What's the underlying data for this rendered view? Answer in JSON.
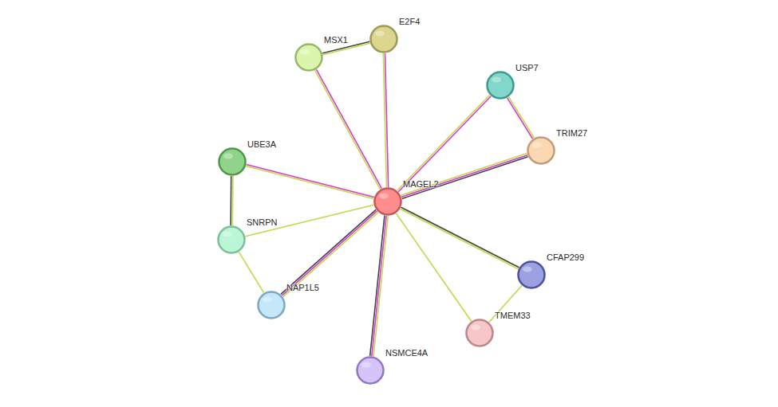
{
  "diagram": {
    "nodes": [
      {
        "text": [
          "E2F4"
        ]
      },
      {
        "text": [
          "MSX1"
        ]
      },
      {
        "text": [
          "USP7"
        ]
      },
      {
        "text": [
          "TRIM27"
        ]
      },
      {
        "text": [
          "UBE3A"
        ]
      },
      {
        "text": [
          "MAGEL2"
        ]
      },
      {
        "text": [
          "SNRPN"
        ]
      },
      {
        "text": [
          "CFAP299"
        ]
      },
      {
        "text": [
          "NAP1L5"
        ]
      },
      {
        "text": [
          "TMEM33"
        ]
      },
      {
        "text": [
          "NSMCE4A"
        ]
      }
    ],
    "edges": [
      {
        "from": 1,
        "to": 0,
        "arrow": "none"
      },
      {
        "from": 1,
        "to": 5,
        "arrow": "none"
      },
      {
        "from": 0,
        "to": 5,
        "arrow": "none"
      },
      {
        "from": 2,
        "to": 5,
        "arrow": "none"
      },
      {
        "from": 2,
        "to": 3,
        "arrow": "none"
      },
      {
        "from": 3,
        "to": 5,
        "arrow": "none"
      },
      {
        "from": 4,
        "to": 5,
        "arrow": "none"
      },
      {
        "from": 4,
        "to": 6,
        "arrow": "none"
      },
      {
        "from": 6,
        "to": 5,
        "arrow": "none"
      },
      {
        "from": 6,
        "to": 8,
        "arrow": "none"
      },
      {
        "from": 8,
        "to": 5,
        "arrow": "none"
      },
      {
        "from": 10,
        "to": 5,
        "arrow": "none"
      },
      {
        "from": 5,
        "to": 7,
        "arrow": "none"
      },
      {
        "from": 7,
        "to": 9,
        "arrow": "none"
      },
      {
        "from": 9,
        "to": 5,
        "arrow": "none"
      }
    ]
  }
}
